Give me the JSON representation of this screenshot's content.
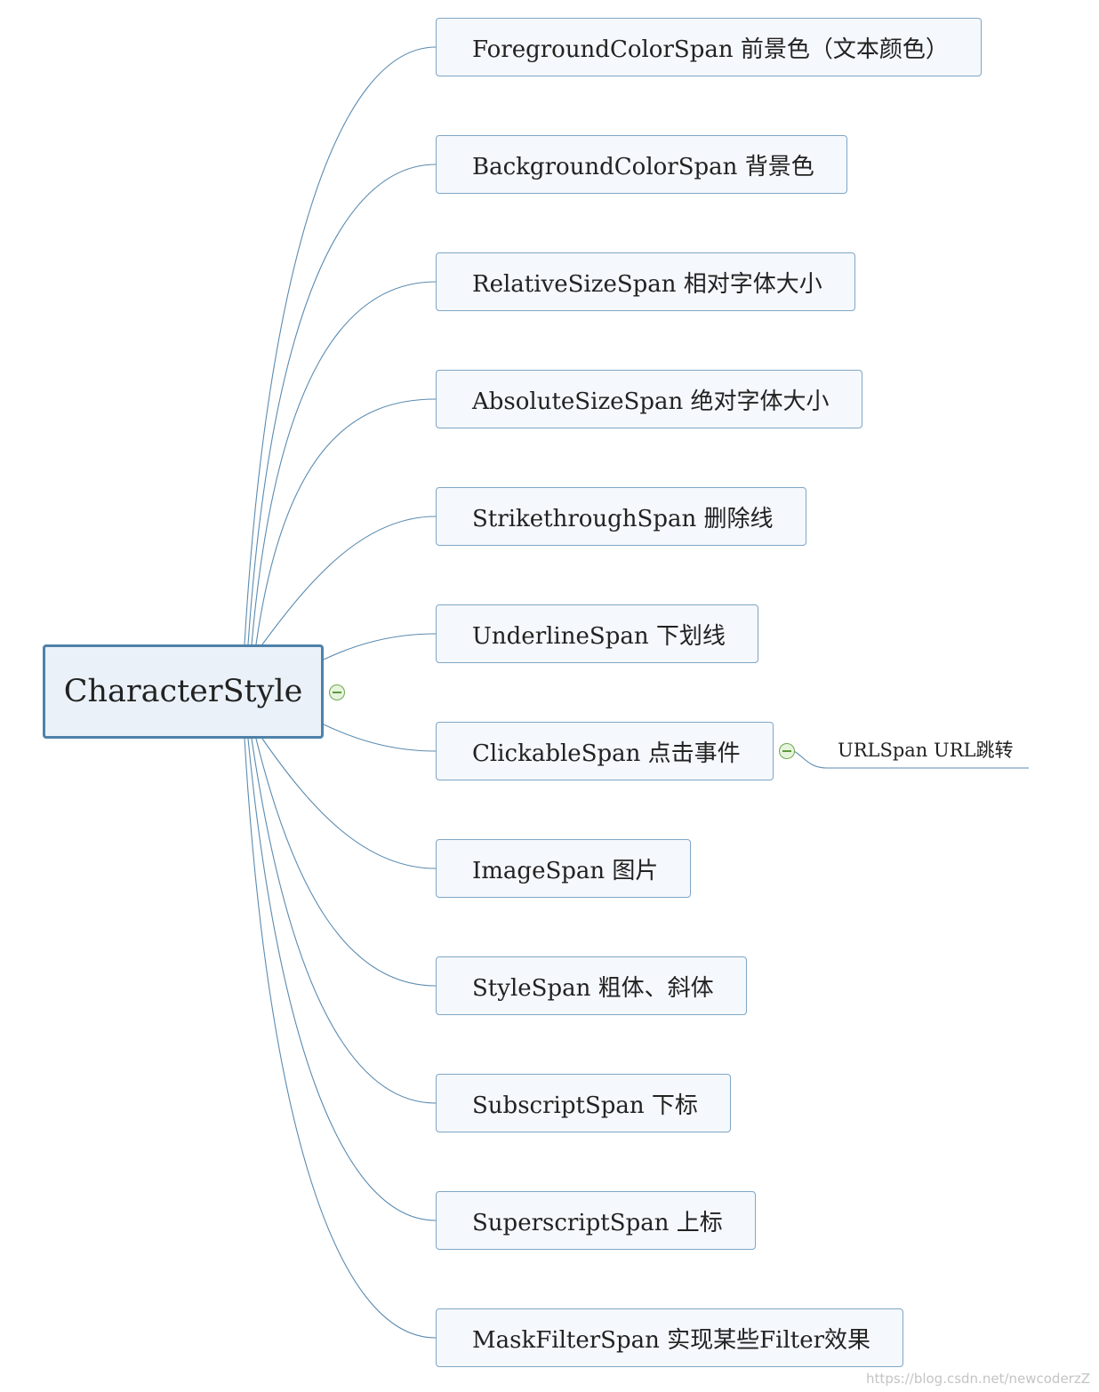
{
  "root": {
    "label": "CharacterStyle"
  },
  "children": [
    {
      "label": "ForegroundColorSpan 前景色（文本颜色）"
    },
    {
      "label": "BackgroundColorSpan 背景色"
    },
    {
      "label": "RelativeSizeSpan 相对字体大小"
    },
    {
      "label": "AbsoluteSizeSpan 绝对字体大小"
    },
    {
      "label": "StrikethroughSpan 删除线"
    },
    {
      "label": "UnderlineSpan 下划线"
    },
    {
      "label": "ClickableSpan 点击事件"
    },
    {
      "label": "ImageSpan 图片"
    },
    {
      "label": "StyleSpan 粗体、斜体"
    },
    {
      "label": "SubscriptSpan 下标"
    },
    {
      "label": "SuperscriptSpan 上标"
    },
    {
      "label": "MaskFilterSpan 实现某些Filter效果"
    }
  ],
  "sub_children": {
    "clickable": {
      "label": "URLSpan URL跳转"
    }
  },
  "watermark": "https://blog.csdn.net/newcoderzZ",
  "colors": {
    "connector": "#5b8bb0",
    "root_border": "#4f81a9",
    "node_border": "#7fa6c6",
    "node_fill": "#f5f8fc",
    "collapse_toggle": "#6aa84f"
  }
}
